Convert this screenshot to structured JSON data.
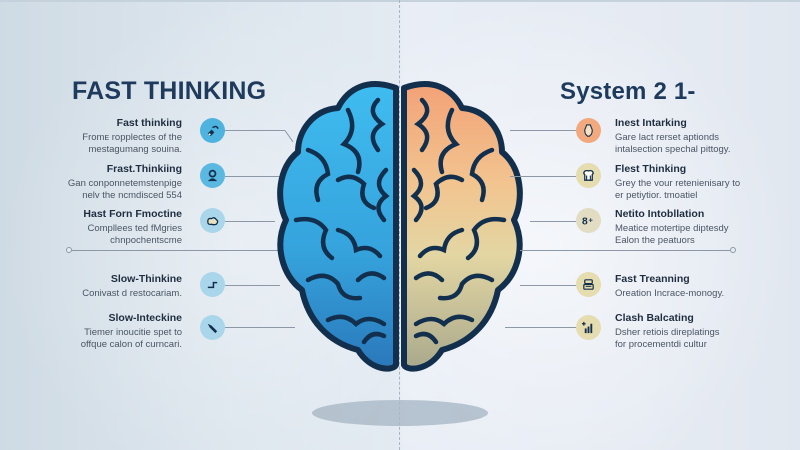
{
  "left_panel": {
    "heading": "FAST THINKING",
    "items": [
      {
        "title": "Fast thinking",
        "desc": [
          "Fromᴇ ropplectes of the",
          "mestagumang souina."
        ],
        "icon": "paraglider-icon"
      },
      {
        "title": "Frast.Thinkiing",
        "desc": [
          "Gan conponnetemstenpige",
          "nelv the ncmdisced 554"
        ],
        "icon": "person-icon"
      },
      {
        "title": "Hast Forn Fmoctine",
        "desc": [
          "Compllees ted fMgries",
          "chnpochentscme"
        ],
        "icon": "cloud-blob-icon"
      },
      {
        "title": "Slow-Thinkine",
        "desc": [
          "Conivast d restocariam."
        ],
        "icon": "step-icon"
      },
      {
        "title": "Slow-Inteckine",
        "desc": [
          "Tiemer inoucitie spet to",
          "offque calon of curncari."
        ],
        "icon": "telescope-icon"
      }
    ]
  },
  "right_panel": {
    "heading": "System 2 1-",
    "items": [
      {
        "title": "Inest Intarking",
        "desc": [
          "Gare lact rerset aptionds",
          "intalsection spechal pittogy."
        ],
        "icon": "vase-icon"
      },
      {
        "title": "Flest Thinking",
        "desc": [
          "Grey the vour retenienisary to",
          "er petiytior. tmoatiel"
        ],
        "icon": "chef-hat-icon"
      },
      {
        "title": "Netito Intobllation",
        "desc": [
          "Meatice motertipe diptesdy",
          "Ealon the peatuors"
        ],
        "icon": "number-plus-icon"
      },
      {
        "title": "Fast Treanning",
        "desc": [
          "Oreation Incrace-monogy."
        ],
        "icon": "stacked-device-icon"
      },
      {
        "title": "Clash Balcating",
        "desc": [
          "Dsher retiois direplatings",
          "for procementdi cultur"
        ],
        "icon": "bar-chart-plus-icon"
      }
    ]
  },
  "colors": {
    "heading": "#1e3a5c",
    "left_brain_top": "#3fb6ea",
    "left_brain_bottom": "#2a7fc0",
    "right_brain_top": "#f3a47a",
    "right_brain_mid": "#ecd39a",
    "right_brain_bottom": "#b5b08e",
    "left_icon_bg": "#5bb8e0",
    "left_icon_bg_light": "#a9d6ea",
    "right_icon_bg_orange": "#f1a97d",
    "right_icon_bg_tan": "#e5dcb0",
    "outline": "#12304d"
  }
}
